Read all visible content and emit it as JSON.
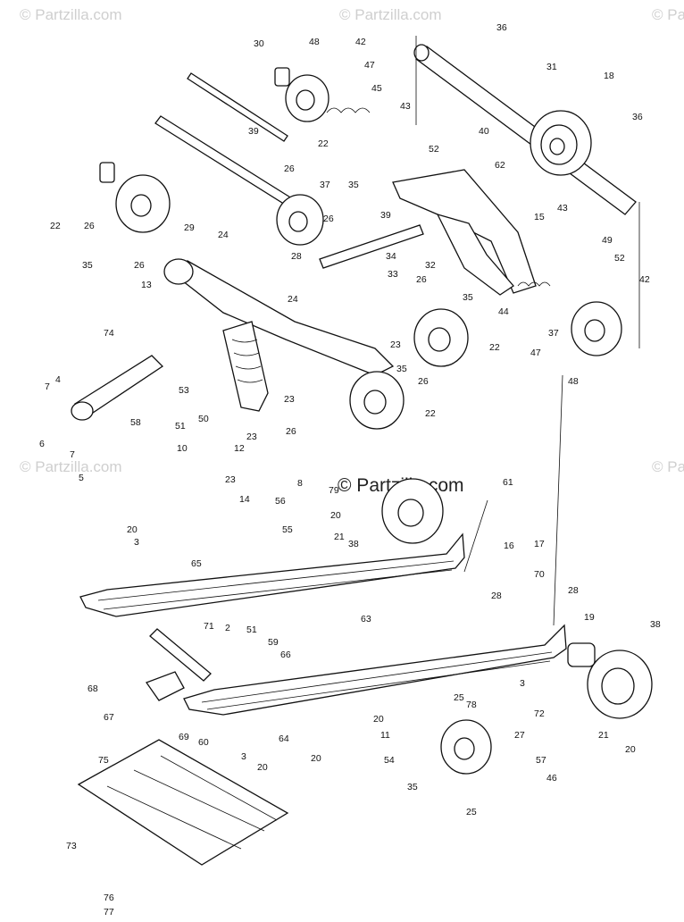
{
  "watermark": "© Partzilla.com",
  "watermark_center": "© Partzilla.com",
  "callouts": [
    "30",
    "48",
    "42",
    "36",
    "47",
    "31",
    "18",
    "45",
    "43",
    "36",
    "39",
    "22",
    "40",
    "52",
    "62",
    "26",
    "37",
    "35",
    "26",
    "39",
    "43",
    "15",
    "22",
    "26",
    "29",
    "24",
    "49",
    "52",
    "42",
    "35",
    "26",
    "28",
    "34",
    "33",
    "32",
    "26",
    "35",
    "13",
    "24",
    "74",
    "44",
    "37",
    "47",
    "48",
    "4",
    "22",
    "23",
    "7",
    "53",
    "35",
    "26",
    "58",
    "51",
    "50",
    "23",
    "26",
    "22",
    "6",
    "7",
    "10",
    "12",
    "23",
    "5",
    "8",
    "79",
    "23",
    "56",
    "14",
    "20",
    "21",
    "38",
    "61",
    "20",
    "3",
    "55",
    "65",
    "16",
    "17",
    "70",
    "2",
    "51",
    "28",
    "71",
    "28",
    "19",
    "63",
    "38",
    "59",
    "66",
    "68",
    "25",
    "78",
    "3",
    "67",
    "20",
    "11",
    "72",
    "69",
    "60",
    "3",
    "64",
    "20",
    "27",
    "21",
    "20",
    "75",
    "20",
    "54",
    "57",
    "35",
    "46",
    "25",
    "73",
    "76",
    "77"
  ]
}
